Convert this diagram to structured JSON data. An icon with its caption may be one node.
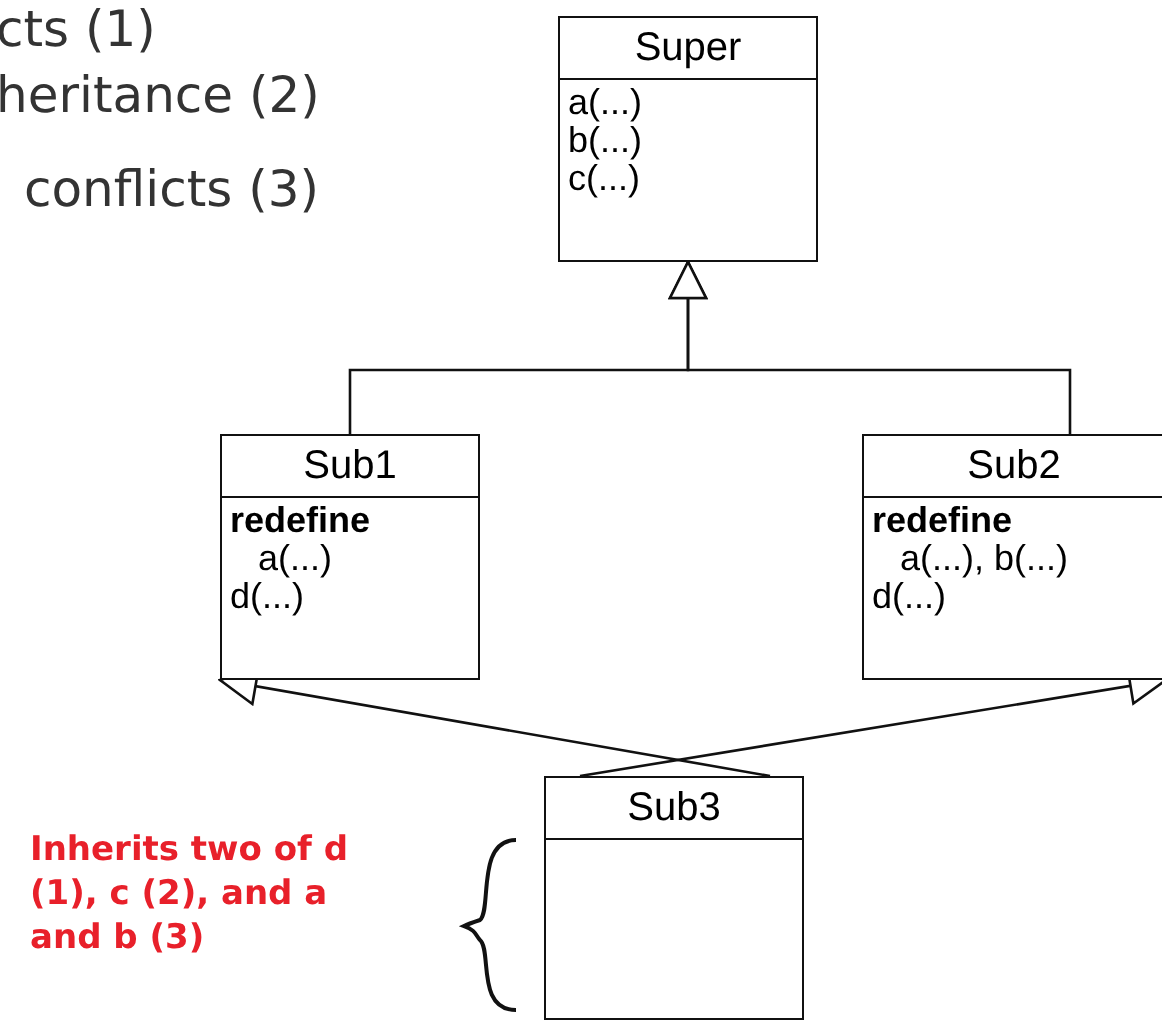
{
  "diagram": {
    "nodes": [
      {
        "text": [
          "Super",
          "a(...)",
          "b(...)",
          "c(...)"
        ]
      },
      {
        "text": [
          "Sub1",
          "**redefine**",
          "a(...)",
          "d(...)"
        ]
      },
      {
        "text": [
          "Sub2",
          "**redefine**",
          "a(...), b(...)",
          "d(...)"
        ]
      },
      {
        "text": [
          "Sub3"
        ]
      }
    ],
    "edges": [
      {
        "from": 1,
        "to": 0,
        "arrow": "to"
      },
      {
        "from": 2,
        "to": 0,
        "arrow": "to"
      },
      {
        "from": 3,
        "to": 1,
        "arrow": "to"
      },
      {
        "from": 3,
        "to": 2,
        "arrow": "to"
      }
    ],
    "labels": [
      "cts (1)",
      "heritance (2)",
      "conflicts (3)",
      "Inherits two of d (1), c (2), and a and b (3)"
    ]
  }
}
